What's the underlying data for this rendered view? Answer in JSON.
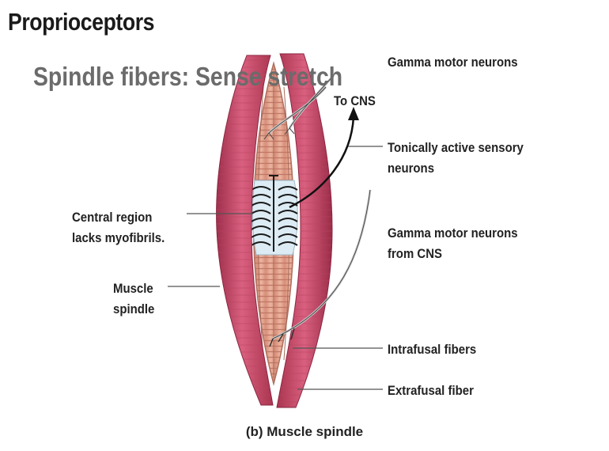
{
  "title": "Proprioceptors",
  "subtitle": "Spindle fibers: Sense stretch",
  "labels": {
    "gamma_motor_neurons": "Gamma motor neurons",
    "to_cns": "To CNS",
    "tonically_active_line1": "Tonically active sensory",
    "tonically_active_line2": "neurons",
    "central_region_line1": "Central region",
    "central_region_line2": "lacks myofibrils.",
    "gamma_from_cns_line1": "Gamma motor neurons",
    "gamma_from_cns_line2": "from CNS",
    "muscle_spindle_line1": "Muscle",
    "muscle_spindle_line2": "spindle",
    "intrafusal_fibers": "Intrafusal fibers",
    "extrafusal_fiber": "Extrafusal fiber"
  },
  "caption": "(b) Muscle spindle",
  "colors": {
    "extrafusal": "#c94a6b",
    "spindle": "#e0a08c",
    "central": "#d9e9f3",
    "nerve": "#c9c9c9"
  }
}
